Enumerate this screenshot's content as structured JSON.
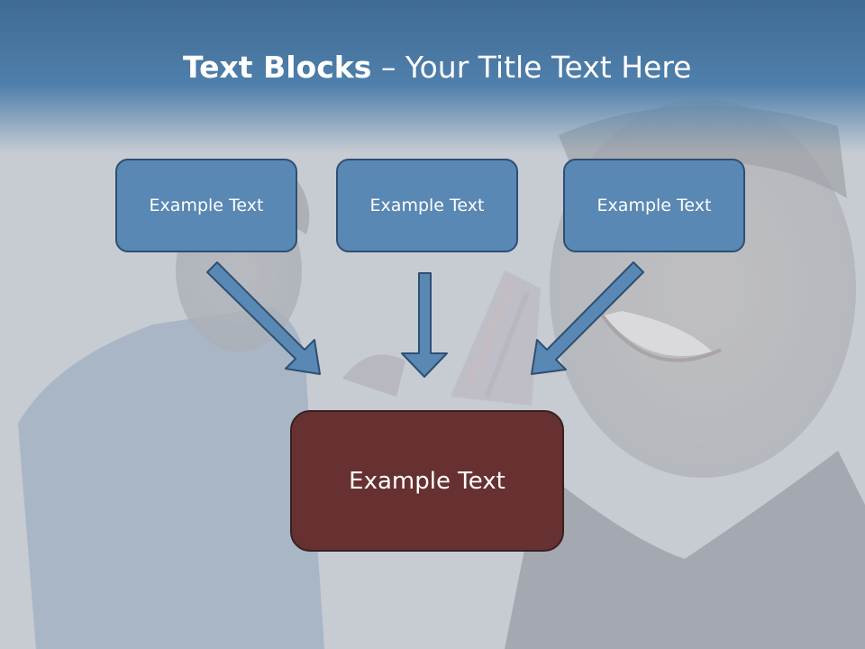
{
  "slide": {
    "title_bold": "Text Blocks",
    "title_rest": " – Your Title Text Here"
  },
  "top_boxes": [
    {
      "label": "Example Text"
    },
    {
      "label": "Example Text"
    },
    {
      "label": "Example Text"
    }
  ],
  "bottom_box": {
    "label": "Example Text"
  },
  "colors": {
    "title_band": "#4a7aa6",
    "top_box_fill": "#5a88b4",
    "top_box_border": "#2e4f72",
    "bottom_box_fill": "#673131",
    "arrow_fill": "#5a88b4",
    "arrow_stroke": "#2e4f72"
  },
  "background_image": "faded photo of two smiling men"
}
